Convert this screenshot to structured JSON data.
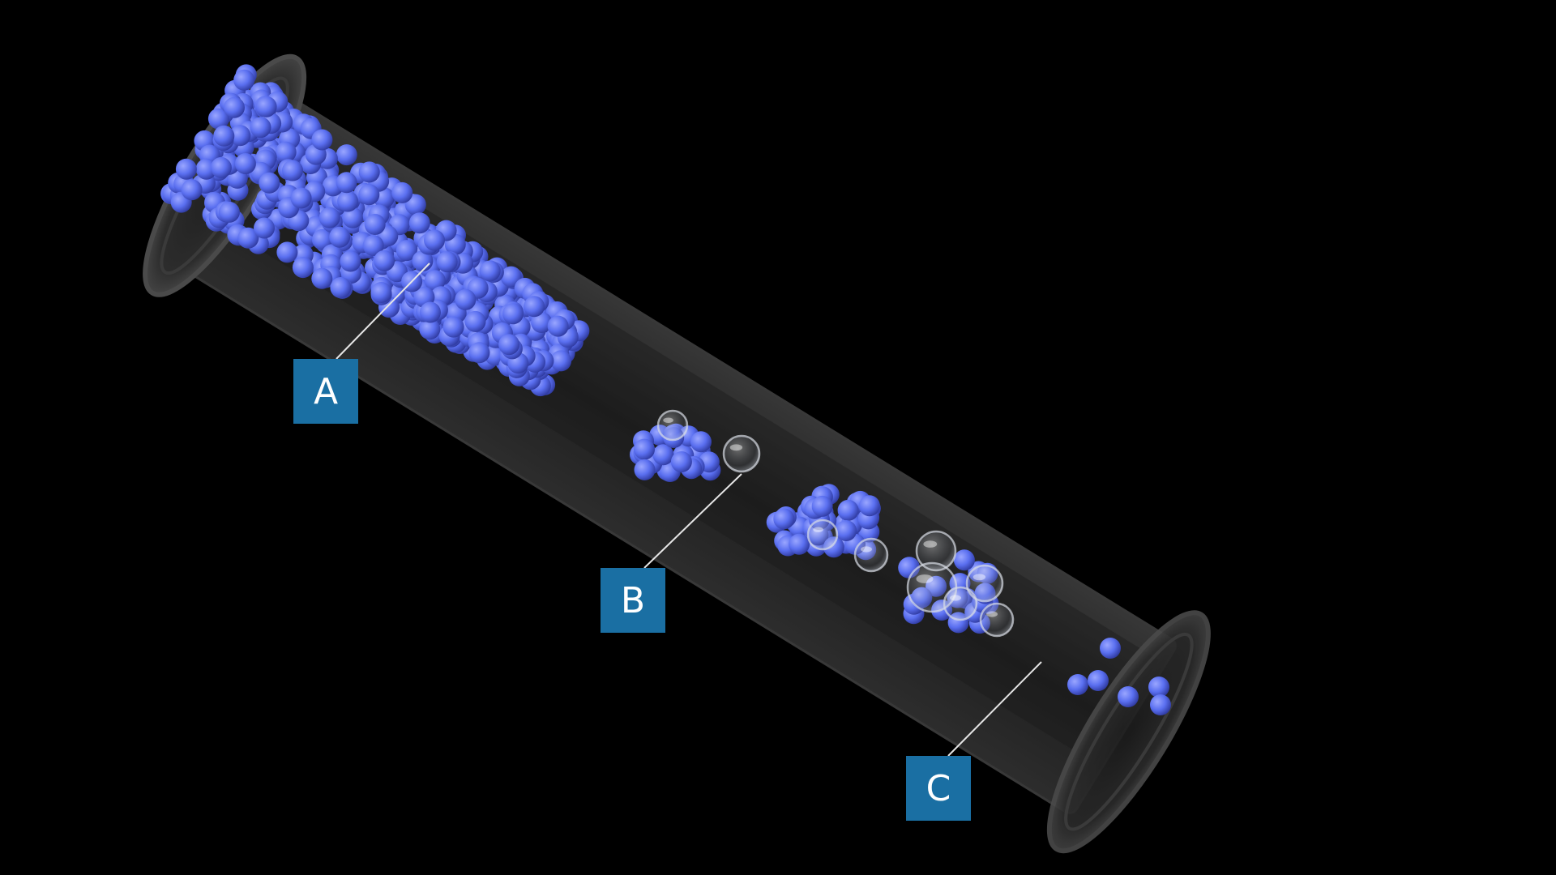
{
  "labels": {
    "a": "A",
    "b": "B",
    "c": "C"
  },
  "colors": {
    "background": "#000000",
    "label_box": "#1a6fa3",
    "label_text": "#ffffff",
    "tube": "#2a2a2a",
    "tube_edge": "#3c3c3c",
    "particle_fill": "#5a6ff0",
    "particle_highlight": "#8f9cff",
    "particle_shadow": "#3340a8",
    "bubble_stroke": "#d8dde6",
    "leader_line": "#e6e6e6"
  },
  "icons": {
    "particle": "blue-sphere-particle",
    "bubble": "transparent-bubble-shell"
  }
}
